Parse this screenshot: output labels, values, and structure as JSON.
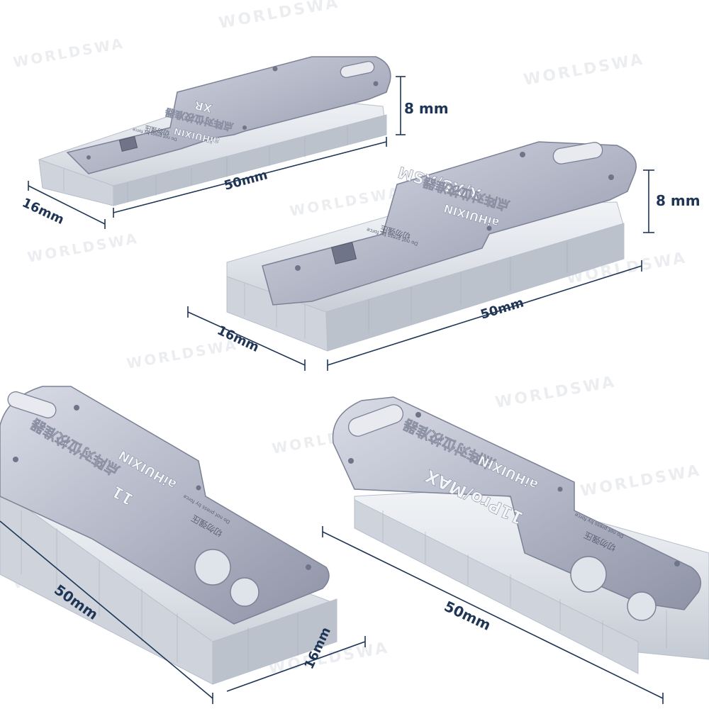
{
  "watermark": "WORLDSWA",
  "products": [
    {
      "model": "XR",
      "title_cn": "点阵对位校准器",
      "brand": "aiHUIXIN",
      "warning": "切勿强压",
      "warning_en": "Do not press by force",
      "dims": {
        "length": "50mm",
        "width": "16mm",
        "height": "8 mm"
      }
    },
    {
      "model": "X/XS/XSM",
      "title_cn": "点阵对位校准器",
      "brand": "aiHUIXIN",
      "warning": "切勿强压",
      "warning_en": "Do not press by force",
      "dims": {
        "length": "50mm",
        "width": "16mm",
        "height": "8 mm"
      }
    },
    {
      "model": "11",
      "title_cn": "点阵对位校准器",
      "brand": "aiHUIXIN",
      "warning": "切勿强压",
      "warning_en": "Do not press by force",
      "dims": {
        "length": "50mm",
        "width": "16mm"
      }
    },
    {
      "model": "11Pro/MAX",
      "title_cn": "点阵对位校准器",
      "brand": "aiHUIXIN",
      "warning": "切勿强压",
      "warning_en": "Do not press by force",
      "dims": {
        "length": "50mm"
      }
    }
  ]
}
